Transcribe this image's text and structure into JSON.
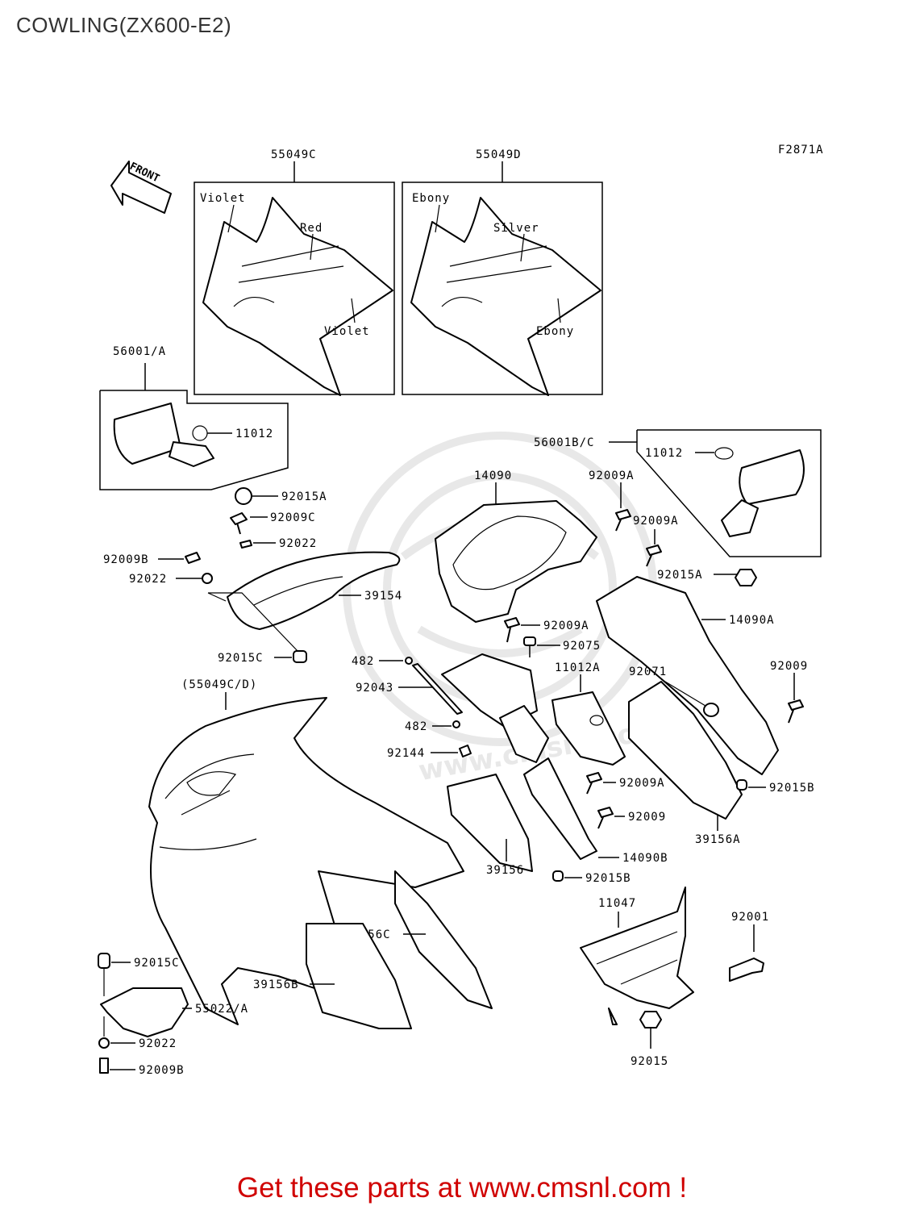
{
  "title": "COWLING(ZX600-E2)",
  "figure_code": "F2871A",
  "front_arrow_label": "FRONT",
  "footer": "Get these parts at www.cmsnl.com !",
  "watermark_text": "www.cmsnl.com",
  "labels": {
    "p55049C": "55049C",
    "p55049D": "55049D",
    "violet1": "Violet",
    "red": "Red",
    "violet2": "Violet",
    "ebony1": "Ebony",
    "silver": "Silver",
    "ebony2": "Ebony",
    "p56001A": "56001/A",
    "p11012_left": "11012",
    "p92015A_left": "92015A",
    "p92009C": "92009C",
    "p92022_top": "92022",
    "p92009B_mid": "92009B",
    "p92022_mid": "92022",
    "p39154": "39154",
    "p92015C_mid": "92015C",
    "p14090": "14090",
    "p92009A_1": "92009A",
    "p56001BC": "56001B/C",
    "p11012_right": "11012",
    "p92009A_2": "92009A",
    "p92015A_right": "92015A",
    "p14090A": "14090A",
    "p92009A_3": "92009A",
    "p92075": "92075",
    "p482_top": "482",
    "p92043": "92043",
    "p11012A": "11012A",
    "p92071": "92071",
    "p92009_right": "92009",
    "p55049CD": "(55049C/D)",
    "p482_bot": "482",
    "p92144": "92144",
    "p92009A_4": "92009A",
    "p92015B_right": "92015B",
    "p92009_mid": "92009",
    "p39156A": "39156A",
    "p14090B": "14090B",
    "p39156": "39156",
    "p92015B_mid": "92015B",
    "p11047": "11047",
    "p92001": "92001",
    "p39156C": "39156C",
    "p92015C_bot": "92015C",
    "p39156B": "39156B",
    "p55022A": "55022/A",
    "p92022_bot": "92022",
    "p92009B_bot": "92009B",
    "p92015_bot": "92015"
  }
}
